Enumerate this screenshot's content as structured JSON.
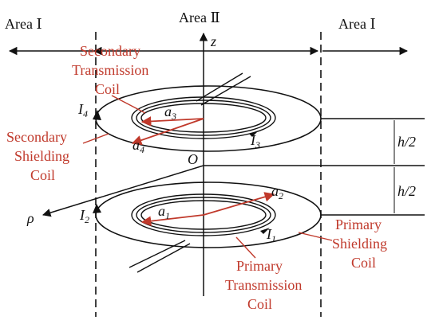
{
  "areas": {
    "left": "Area Ⅰ",
    "center": "Area Ⅱ",
    "right": "Area Ⅰ"
  },
  "axes": {
    "z": "z",
    "origin": "O",
    "rho": "ρ"
  },
  "dims": {
    "upper_gap": "h/2",
    "lower_gap": "h/2"
  },
  "labels": {
    "secondary_transmission_coil": [
      "Secondary",
      "Transmission",
      "Coil"
    ],
    "secondary_shielding_coil": [
      "Secondary",
      "Shielding",
      "Coil"
    ],
    "primary_transmission_coil": [
      "Primary",
      "Transmission",
      "Coil"
    ],
    "primary_shielding_coil": [
      "Primary",
      "Shielding",
      "Coil"
    ]
  },
  "currents": {
    "I1": {
      "base": "I",
      "sub": "1"
    },
    "I2": {
      "base": "I",
      "sub": "2"
    },
    "I3": {
      "base": "I",
      "sub": "3"
    },
    "I4": {
      "base": "I",
      "sub": "4"
    }
  },
  "radii": {
    "a1": {
      "base": "a",
      "sub": "1"
    },
    "a2": {
      "base": "a",
      "sub": "2"
    },
    "a3": {
      "base": "a",
      "sub": "3"
    },
    "a4": {
      "base": "a",
      "sub": "4"
    }
  },
  "colors": {
    "ink": "#111111",
    "annotation": "#c0392b"
  }
}
